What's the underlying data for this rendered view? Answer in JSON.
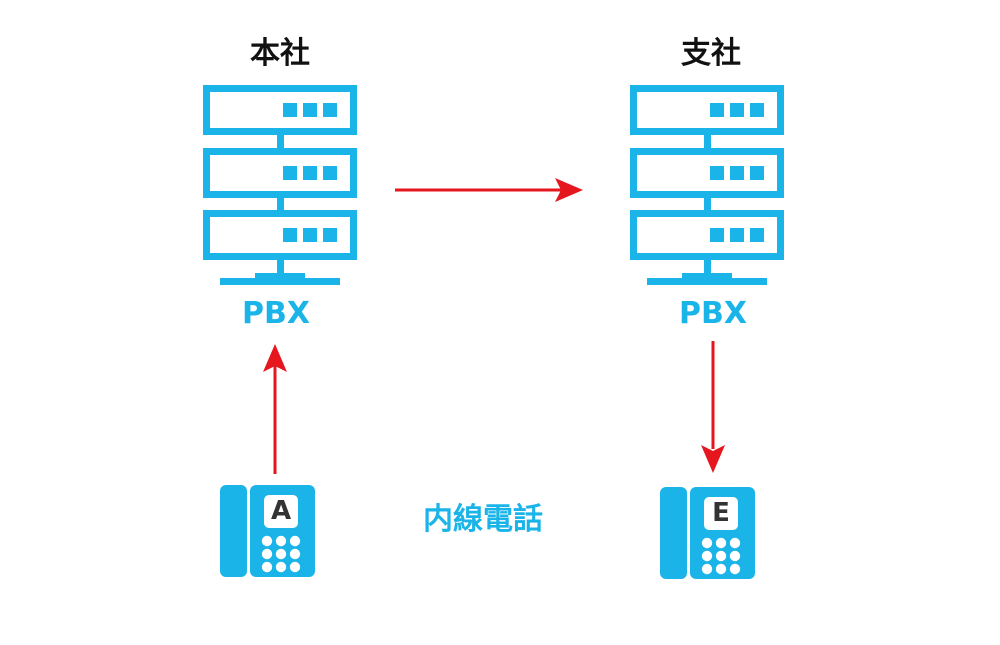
{
  "colors": {
    "accent": "#1bb4e8",
    "arrow": "#e5161e",
    "title_text": "#111111",
    "phone_letter_bg": "#ffffff",
    "phone_letter_text": "#333333"
  },
  "head_office": {
    "title": "本社",
    "pbx_label": "PBX",
    "icon": "server-rack-icon"
  },
  "branch_office": {
    "title": "支社",
    "pbx_label": "PBX",
    "icon": "server-rack-icon"
  },
  "phones": {
    "caller": {
      "letter": "A",
      "icon": "desk-phone-icon"
    },
    "callee": {
      "letter": "E",
      "icon": "desk-phone-icon"
    }
  },
  "center_label": "内線電話"
}
